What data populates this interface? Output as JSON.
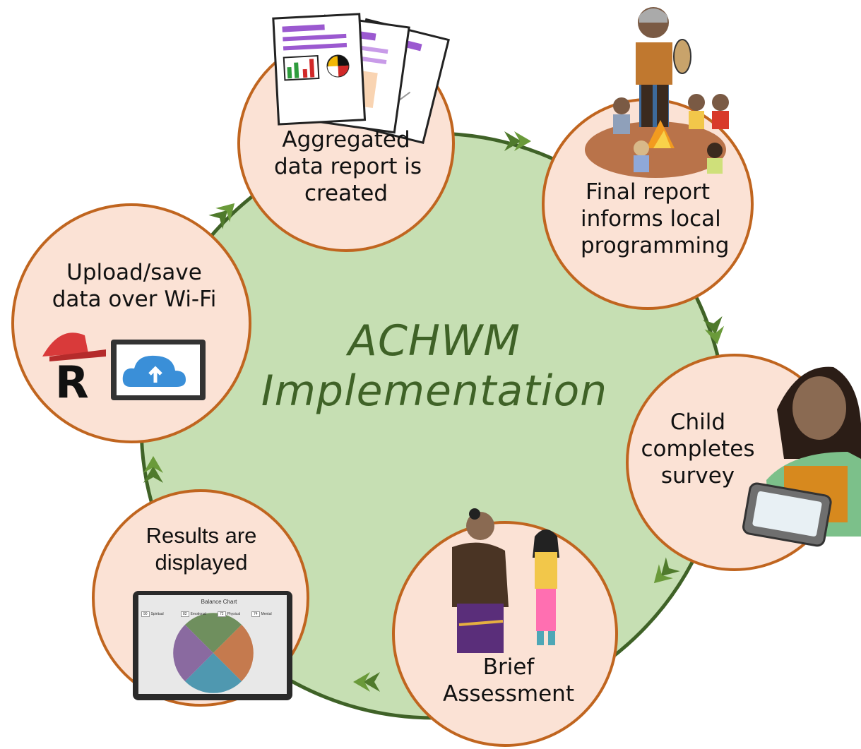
{
  "title": [
    "ACHWM",
    "Implementation"
  ],
  "colors": {
    "circle_fill": "#c6dfb3",
    "circle_stroke": "#3f6227",
    "node_fill": "#fbe2d5",
    "node_stroke": "#c0651f",
    "arrow": "#4f7a2c",
    "title_text": "#3f6227"
  },
  "nodes": [
    {
      "id": "aggregated",
      "lines": [
        "Aggregated",
        "data report is",
        "created"
      ],
      "icon": "report-pages-illustration"
    },
    {
      "id": "final",
      "lines": [
        "Final report",
        "informs local",
        "programming"
      ],
      "icon": "elder-storytelling-illustration"
    },
    {
      "id": "child",
      "lines": [
        "Child",
        "completes",
        "survey"
      ],
      "icon": "child-with-tablet-illustration"
    },
    {
      "id": "brief",
      "lines": [
        "Brief",
        "Assessment"
      ],
      "icon": "adult-and-child-illustration"
    },
    {
      "id": "results",
      "lines": [
        "Results are",
        "displayed"
      ],
      "icon": "tablet-balance-chart-illustration"
    },
    {
      "id": "upload",
      "lines": [
        "Upload/save",
        "data over Wi-Fi"
      ],
      "icon": "cloud-upload-icon"
    }
  ],
  "tablet_screen": {
    "title": "Balance Chart",
    "scores": [
      {
        "value": "90",
        "label": "Spiritual"
      },
      {
        "value": "82",
        "label": "Emotional"
      },
      {
        "value": "72",
        "label": "Physical"
      },
      {
        "value": "74",
        "label": "Mental"
      }
    ]
  }
}
